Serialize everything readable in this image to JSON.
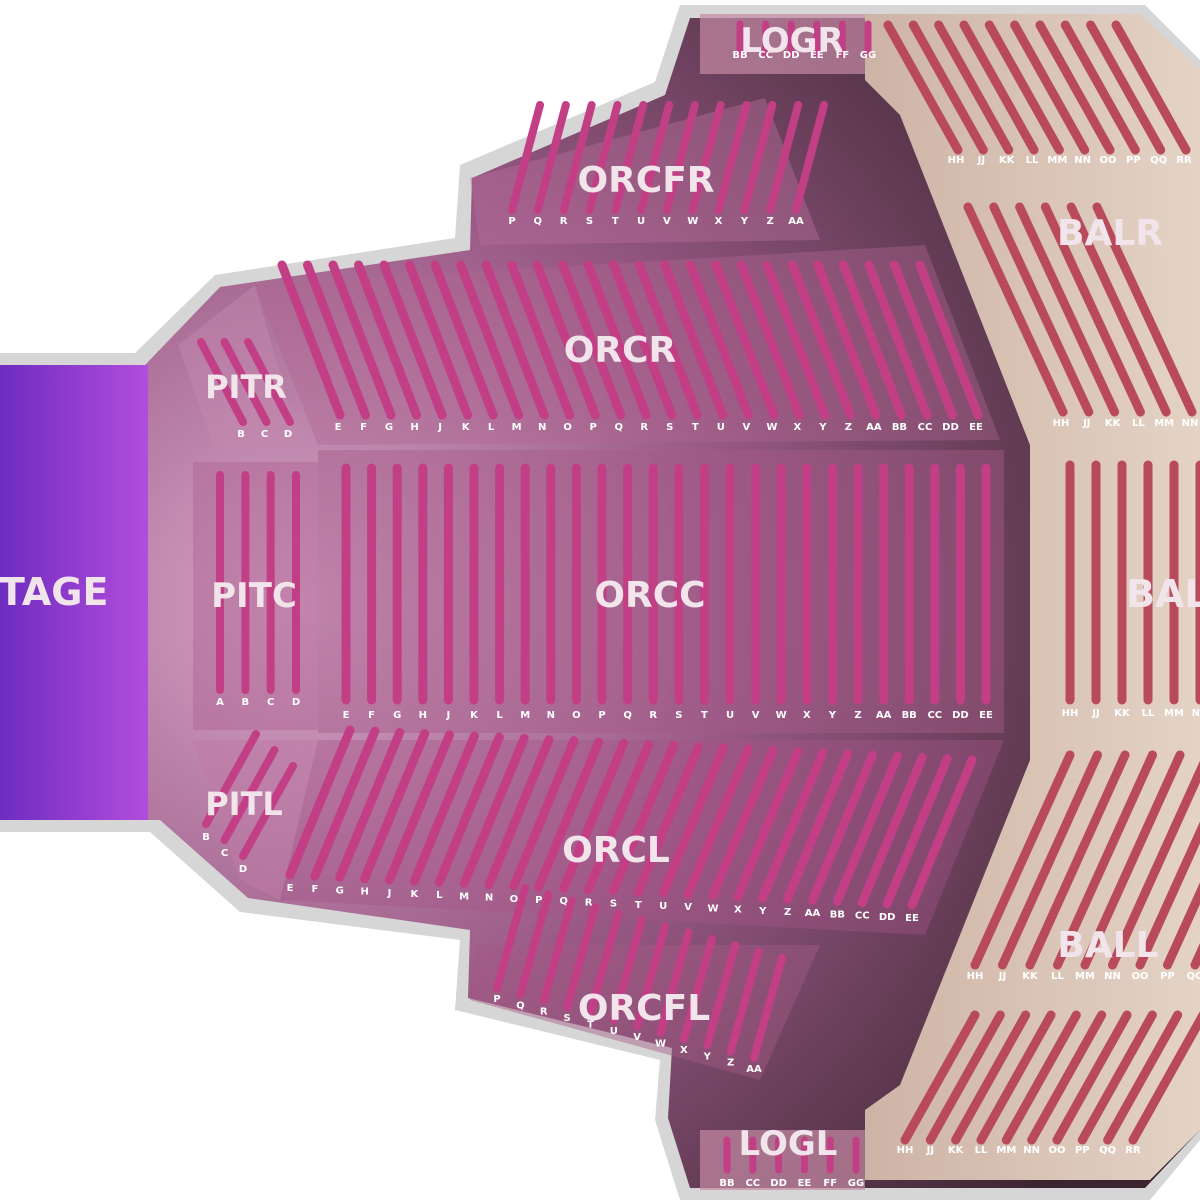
{
  "stage": {
    "label": "STAGE"
  },
  "sections": {
    "logr": {
      "label": "LOGR",
      "rows": [
        "BB",
        "CC",
        "DD",
        "EE",
        "FF",
        "GG"
      ]
    },
    "logl": {
      "label": "LOGL",
      "rows": [
        "BB",
        "CC",
        "DD",
        "EE",
        "FF",
        "GG"
      ]
    },
    "orcfr": {
      "label": "ORCFR",
      "rows": [
        "P",
        "Q",
        "R",
        "S",
        "T",
        "U",
        "V",
        "W",
        "X",
        "Y",
        "Z",
        "AA"
      ]
    },
    "orcfl": {
      "label": "ORCFL",
      "rows": [
        "P",
        "Q",
        "R",
        "S",
        "T",
        "U",
        "V",
        "W",
        "X",
        "Y",
        "Z",
        "AA"
      ]
    },
    "orcr": {
      "label": "ORCR",
      "rows": [
        "E",
        "F",
        "G",
        "H",
        "J",
        "K",
        "L",
        "M",
        "N",
        "O",
        "P",
        "Q",
        "R",
        "S",
        "T",
        "U",
        "V",
        "W",
        "X",
        "Y",
        "Z",
        "AA",
        "BB",
        "CC",
        "DD",
        "EE"
      ]
    },
    "orcc": {
      "label": "ORCC",
      "rows": [
        "E",
        "F",
        "G",
        "H",
        "J",
        "K",
        "L",
        "M",
        "N",
        "O",
        "P",
        "Q",
        "R",
        "S",
        "T",
        "U",
        "V",
        "W",
        "X",
        "Y",
        "Z",
        "AA",
        "BB",
        "CC",
        "DD",
        "EE"
      ]
    },
    "orcl": {
      "label": "ORCL",
      "rows": [
        "E",
        "F",
        "G",
        "H",
        "J",
        "K",
        "L",
        "M",
        "N",
        "O",
        "P",
        "Q",
        "R",
        "S",
        "T",
        "U",
        "V",
        "W",
        "X",
        "Y",
        "Z",
        "AA",
        "BB",
        "CC",
        "DD",
        "EE"
      ]
    },
    "pitr": {
      "label": "PITR",
      "rows": [
        "B",
        "C",
        "D"
      ]
    },
    "pitc": {
      "label": "PITC",
      "rows": [
        "A",
        "B",
        "C",
        "D"
      ]
    },
    "pitl": {
      "label": "PITL",
      "rows": [
        "B",
        "C",
        "D"
      ]
    },
    "balr_top": {
      "label": "",
      "rows": [
        "HH",
        "JJ",
        "KK",
        "LL",
        "MM",
        "NN",
        "OO",
        "PP",
        "QQ",
        "RR"
      ]
    },
    "balr": {
      "label": "BALR",
      "rows": [
        "HH",
        "JJ",
        "KK",
        "LL",
        "MM",
        "NN"
      ]
    },
    "balc": {
      "label": "BALC",
      "rows": [
        "HH",
        "JJ",
        "KK",
        "LL",
        "MM",
        "NN"
      ]
    },
    "ball": {
      "label": "BALL",
      "rows": [
        "HH",
        "JJ",
        "KK",
        "LL",
        "MM",
        "NN",
        "OO",
        "PP",
        "QQ"
      ]
    },
    "ball_bottom": {
      "label": "",
      "rows": [
        "HH",
        "JJ",
        "KK",
        "LL",
        "MM",
        "NN",
        "OO",
        "PP",
        "QQ",
        "RR"
      ]
    }
  },
  "colors": {
    "stage": "#a347d6",
    "orchestra": "#c23f86",
    "balcony_seat": "#b84a5c",
    "balcony_floor": "#d9c3b3",
    "outline": "#cccccc"
  }
}
